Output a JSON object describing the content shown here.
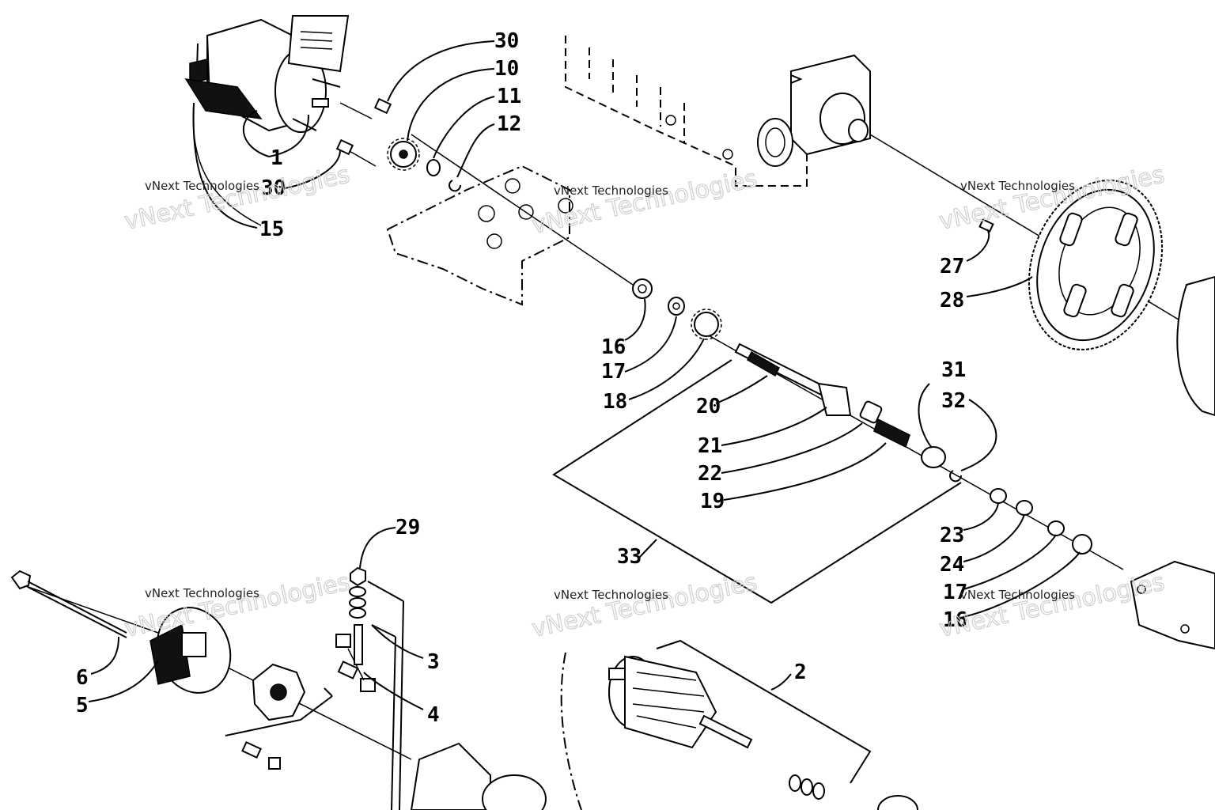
{
  "callouts": {
    "c30a": "30",
    "c10": "10",
    "c11": "11",
    "c12": "12",
    "c1": "1",
    "c30b": "30",
    "c15": "15",
    "c27": "27",
    "c28": "28",
    "c16a": "16",
    "c17a": "17",
    "c18": "18",
    "c20": "20",
    "c31": "31",
    "c32": "32",
    "c21": "21",
    "c22": "22",
    "c19": "19",
    "c23": "23",
    "c24": "24",
    "c17b": "17",
    "c16b": "16",
    "c33": "33",
    "c29": "29",
    "c3": "3",
    "c4": "4",
    "c6": "6",
    "c5": "5",
    "c2": "2"
  },
  "watermarks": {
    "small": "vNext Technologies",
    "large": "vNext Technologies"
  }
}
